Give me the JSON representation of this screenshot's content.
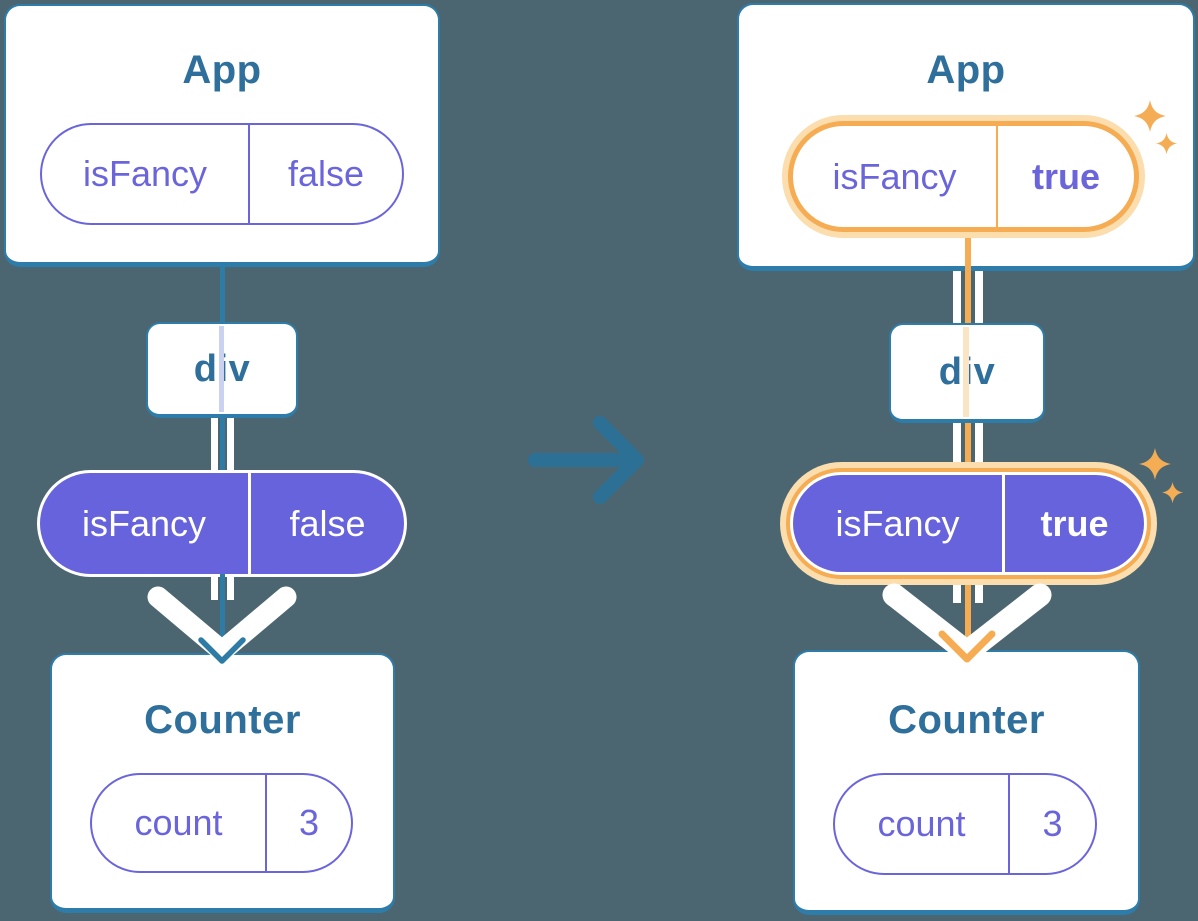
{
  "colors": {
    "background": "#4C6671",
    "card-border": "#2E7CA9",
    "component-title": "#2F6F9B",
    "purple": "#6B65DB",
    "purple-fill": "#6663DC",
    "lavender-line": "#C9D3F1",
    "teal-line": "#2E7BA6",
    "orange": "#F5AC53",
    "orange-light": "#FBDDAE",
    "orange-pale": "#FAE4C3",
    "sparkle": "#F4AD55",
    "arrow-blue": "#2D7096"
  },
  "before": {
    "app": {
      "title": "App",
      "pill": {
        "name": "isFancy",
        "value": "false"
      }
    },
    "div": {
      "label": "div"
    },
    "passed_pill": {
      "name": "isFancy",
      "value": "false"
    },
    "counter": {
      "title": "Counter",
      "pill": {
        "name": "count",
        "value": "3"
      }
    }
  },
  "after": {
    "app": {
      "title": "App",
      "pill": {
        "name": "isFancy",
        "value": "true"
      }
    },
    "div": {
      "label": "div"
    },
    "passed_pill": {
      "name": "isFancy",
      "value": "true"
    },
    "counter": {
      "title": "Counter",
      "pill": {
        "name": "count",
        "value": "3"
      }
    }
  }
}
